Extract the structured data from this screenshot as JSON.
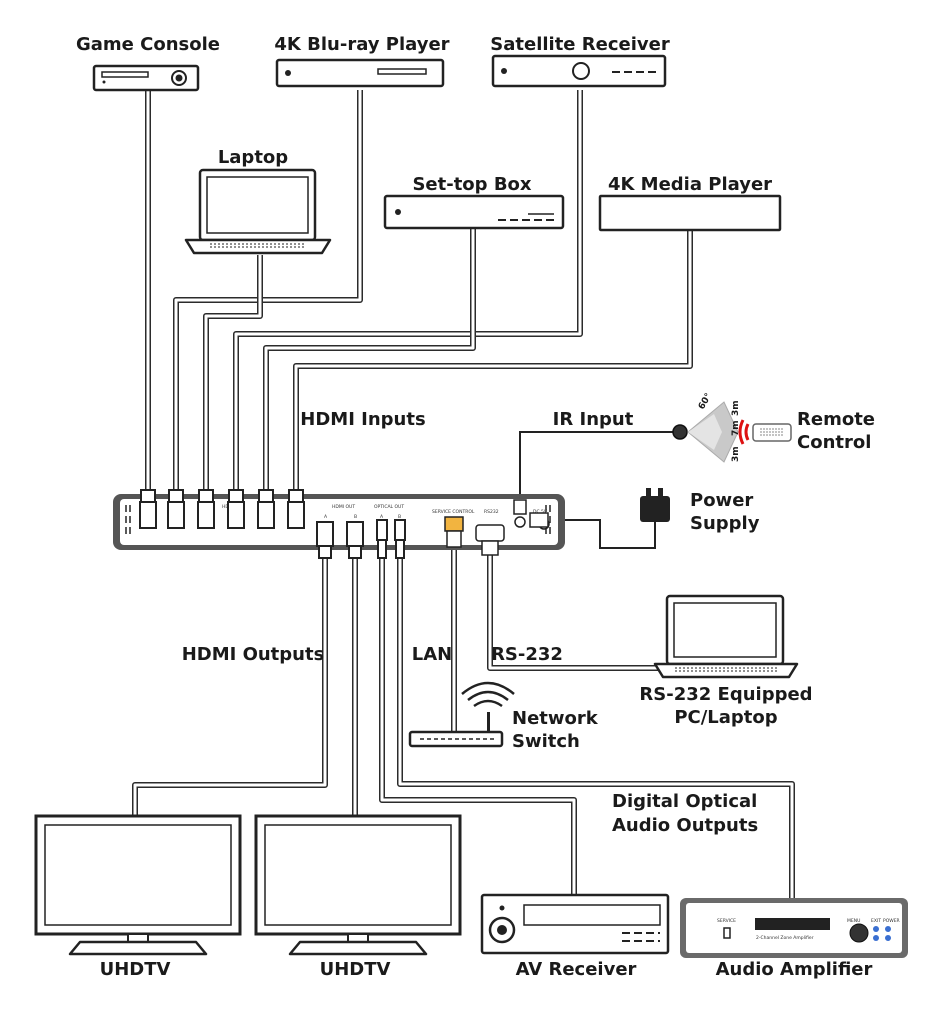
{
  "diagram": {
    "sources": {
      "game_console": "Game Console",
      "bluray": "4K Blu-ray Player",
      "satellite": "Satellite Receiver",
      "laptop": "Laptop",
      "settop": "Set-top Box",
      "media_player": "4K Media Player"
    },
    "labels": {
      "hdmi_inputs": "HDMI Inputs",
      "ir_input": "IR Input",
      "remote_line1": "Remote",
      "remote_line2": "Control",
      "power_line1": "Power",
      "power_line2": "Supply",
      "hdmi_outputs": "HDMI Outputs",
      "lan": "LAN",
      "rs232": "RS-232",
      "rs232_pc_line1": "RS-232 Equipped",
      "rs232_pc_line2": "PC/Laptop",
      "network_line1": "Network",
      "network_line2": "Switch",
      "optical_line1": "Digital Optical",
      "optical_line2": "Audio Outputs"
    },
    "ir_sensor": {
      "angle": "60°",
      "range_top": "3m",
      "range_mid": "7m",
      "range_bottom": "3m"
    },
    "unit_panel": {
      "hdmi_in_label": "HDMI IN",
      "hdmi_out_label": "HDMI OUT",
      "optical_out_label": "OPTICAL OUT",
      "port_a": "A",
      "port_b": "B",
      "service_control": "SERVICE CONTROL",
      "rs232": "RS232",
      "dc": "DC 5V"
    },
    "outputs": {
      "tv1": "UHDTV",
      "tv2": "UHDTV",
      "av_receiver": "AV Receiver",
      "amplifier": "Audio Amplifier"
    },
    "amplifier_panel": {
      "service": "SERVICE",
      "name": "2-Channel Zone Amplifier",
      "menu": "MENU",
      "exit": "EXIT",
      "power": "POWER"
    }
  }
}
